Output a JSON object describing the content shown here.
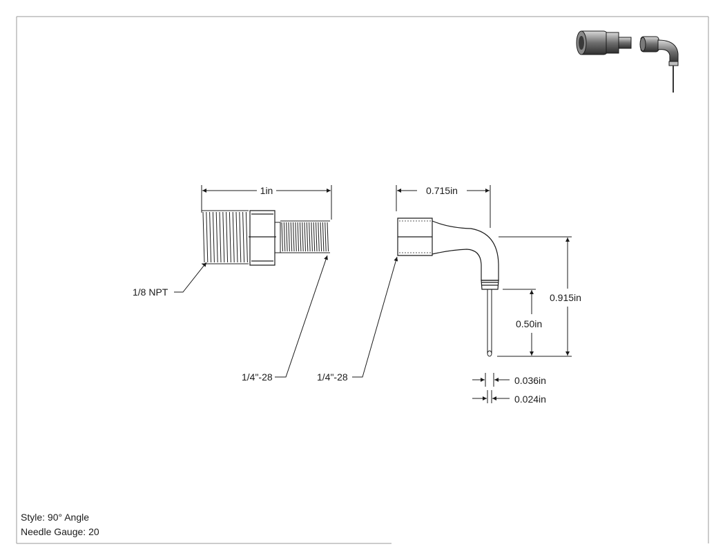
{
  "views": {
    "adapter": {
      "length_label": "1in",
      "npt_label": "1/8 NPT",
      "thread_label": "1/4\"-28"
    },
    "elbow": {
      "width_label": "0.715in",
      "height_label": "0.915in",
      "needle_length_label": "0.50in",
      "needle_od_label": "0.036in",
      "needle_id_label": "0.024in",
      "thread_label": "1/4\"-28"
    }
  },
  "info": {
    "style": "Style: 90° Angle",
    "gauge": "Needle Gauge: 20"
  }
}
